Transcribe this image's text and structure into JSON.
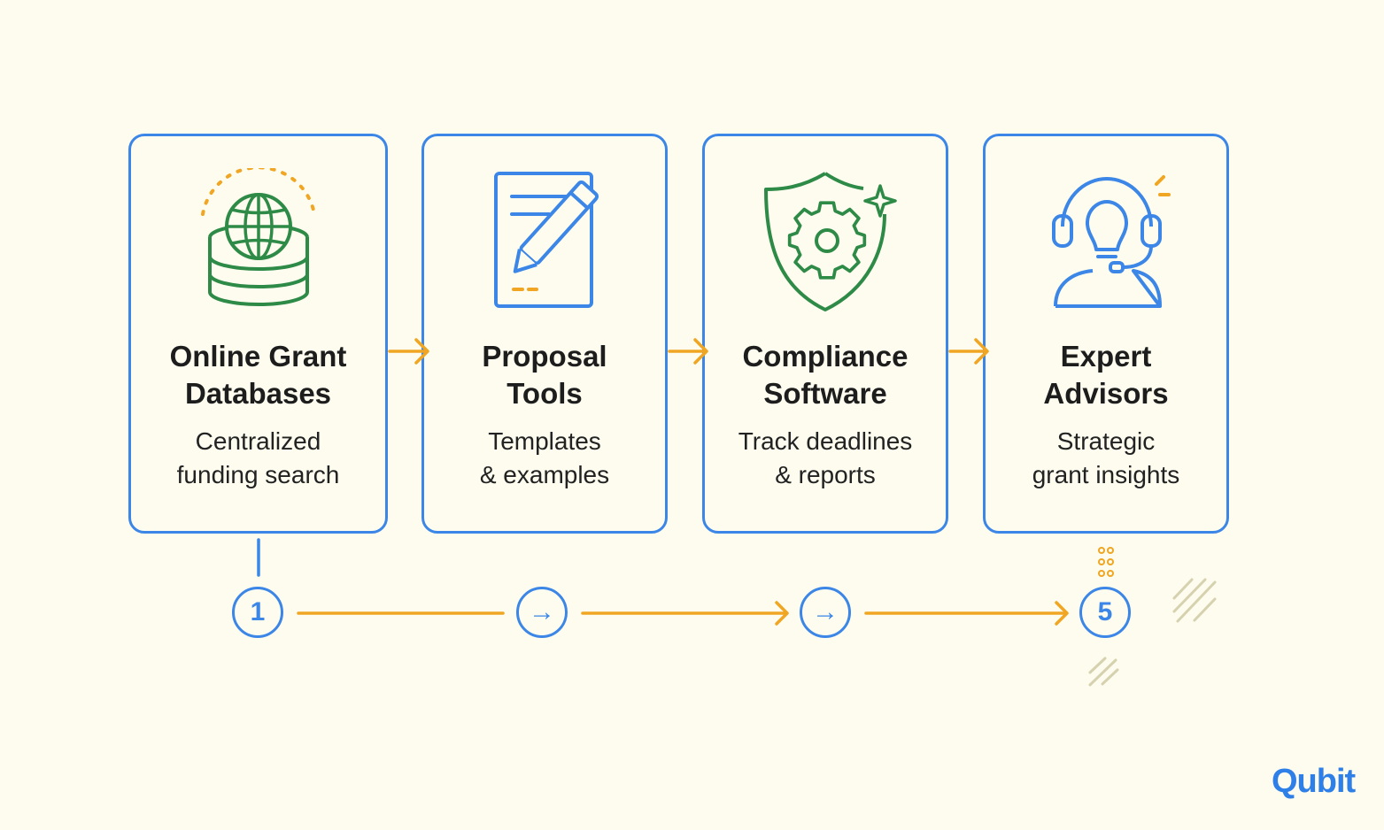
{
  "cards": [
    {
      "title": "Online Grant\nDatabases",
      "desc": "Centralized\nfunding search",
      "icon": "globe-database-icon"
    },
    {
      "title": "Proposal\nTools",
      "desc": "Templates\n& examples",
      "icon": "document-pen-icon"
    },
    {
      "title": "Compliance\nSoftware",
      "desc": "Track deadlines\n& reports",
      "icon": "shield-gear-icon"
    },
    {
      "title": "Expert\nAdvisors",
      "desc": "Strategic\ngrant insights",
      "icon": "headset-advisor-icon"
    }
  ],
  "steps": [
    "1",
    "→",
    "→",
    "5"
  ],
  "brand": "Qubit",
  "colors": {
    "blue": "#3b86e6",
    "green": "#2e8a47",
    "orange": "#f0a623",
    "background": "#fdfcee"
  }
}
